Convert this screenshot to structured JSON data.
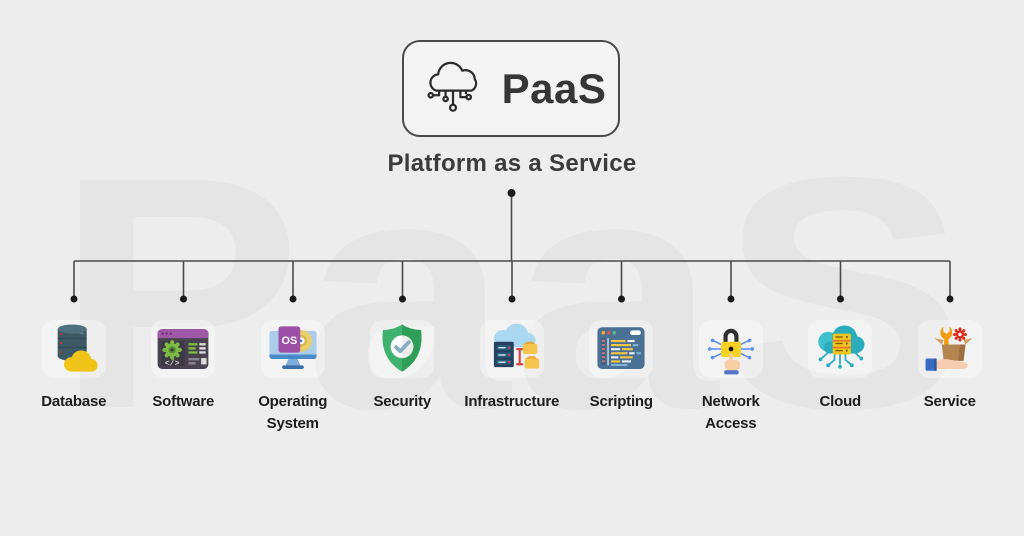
{
  "logo": {
    "text": "PaaS",
    "icon": "cloud-circuit-icon"
  },
  "subtitle": "Platform as a Service",
  "watermark": "PaaS",
  "nodes": [
    {
      "label": "Database",
      "icon": "database-icon"
    },
    {
      "label": "Software",
      "icon": "software-icon",
      "glyph": "</>"
    },
    {
      "label": "Operating System",
      "icon": "operating-system-icon",
      "badge": "OS"
    },
    {
      "label": "Security",
      "icon": "security-shield-icon"
    },
    {
      "label": "Infrastructure",
      "icon": "infrastructure-icon"
    },
    {
      "label": "Scripting",
      "icon": "scripting-icon"
    },
    {
      "label": "Network Access",
      "icon": "network-access-icon"
    },
    {
      "label": "Cloud",
      "icon": "cloud-server-icon"
    },
    {
      "label": "Service",
      "icon": "service-icon"
    }
  ],
  "colors": {
    "background": "#EDEDED",
    "watermark": "#E5E5E5",
    "connector": "#4B4B4B",
    "title_text": "#3B3B3B",
    "label_text": "#1D1D1D",
    "accent_yellow": "#F0C419",
    "accent_green": "#2F9E58",
    "accent_teal": "#2AACBC",
    "accent_purple": "#9D50A6",
    "accent_blue": "#5B8DEF",
    "accent_red": "#DD2C1C"
  }
}
